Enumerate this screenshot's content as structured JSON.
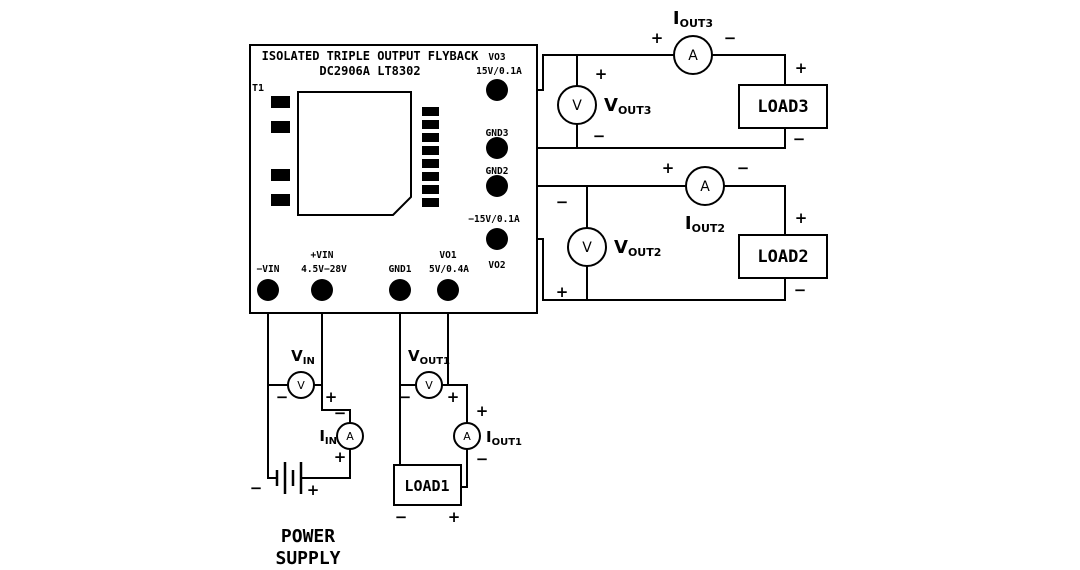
{
  "colors": {
    "ink": "#000000",
    "background": "#ffffff"
  },
  "board": {
    "title_line1": "ISOLATED TRIPLE OUTPUT FLYBACK",
    "title_line2": "DC2906A LT8302",
    "transformer_label": "T1",
    "terminals": {
      "vo3": {
        "line1": "VO3",
        "line2": "15V/0.1A"
      },
      "gnd3": {
        "label": "GND3"
      },
      "gnd2": {
        "label": "GND2"
      },
      "vo2": {
        "line1": "−15V/0.1A",
        "line2": "VO2"
      },
      "neg_vin": {
        "label": "−VIN"
      },
      "pos_vin": {
        "line1": "+VIN",
        "line2": "4.5V−28V"
      },
      "gnd1": {
        "label": "GND1"
      },
      "vo1": {
        "line1": "VO1",
        "line2": "5V/0.4A"
      }
    }
  },
  "meters": {
    "iout3": {
      "letter": "A",
      "label_main": "I",
      "label_sub": "OUT3"
    },
    "vout3": {
      "letter": "V",
      "label_main": "V",
      "label_sub": "OUT3"
    },
    "iout2": {
      "letter": "A",
      "label_main": "I",
      "label_sub": "OUT2"
    },
    "vout2": {
      "letter": "V",
      "label_main": "V",
      "label_sub": "OUT2"
    },
    "vout1": {
      "letter": "V",
      "label_main": "V",
      "label_sub": "OUT1"
    },
    "iout1": {
      "letter": "A",
      "label_main": "I",
      "label_sub": "OUT1"
    },
    "vin": {
      "letter": "V",
      "label_main": "V",
      "label_sub": "IN"
    },
    "iin": {
      "letter": "A",
      "label_main": "I",
      "label_sub": "IN"
    }
  },
  "loads": {
    "load3": "LOAD3",
    "load2": "LOAD2",
    "load1": "LOAD1"
  },
  "power_supply": {
    "line1": "POWER",
    "line2": "SUPPLY"
  },
  "signs": {
    "plus": "+",
    "minus": "−"
  }
}
